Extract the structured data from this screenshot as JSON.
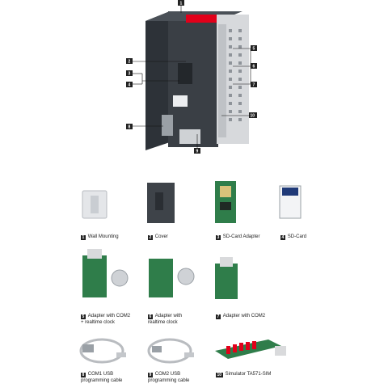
{
  "main_figure": {
    "callouts": [
      "1",
      "2",
      "3",
      "4",
      "5",
      "6",
      "7",
      "8",
      "9",
      "10"
    ]
  },
  "accessories": [
    {
      "num": "1",
      "label": "Wall Mounting"
    },
    {
      "num": "2",
      "label": "Cover"
    },
    {
      "num": "3",
      "label": "SD-Card Adapter"
    },
    {
      "num": "4",
      "label": "SD-Card"
    },
    {
      "num": "5",
      "label": "Adapter with COM2\n+ realtime clock"
    },
    {
      "num": "6",
      "label": "Adapter with\nrealtime clock"
    },
    {
      "num": "7",
      "label": "Adapter with COM2"
    },
    {
      "num": "8",
      "label": "COM1 USB\nprogramming cable"
    },
    {
      "num": "9",
      "label": "COM2 USB\nprogramming cable"
    },
    {
      "num": "10",
      "label": "Simulator TA571-SIM"
    }
  ],
  "colors": {
    "device_body": "#3a3f45",
    "brand_red": "#e2001a",
    "pcb_green": "#2f7d4a",
    "cable_gray": "#b9bcc0"
  }
}
